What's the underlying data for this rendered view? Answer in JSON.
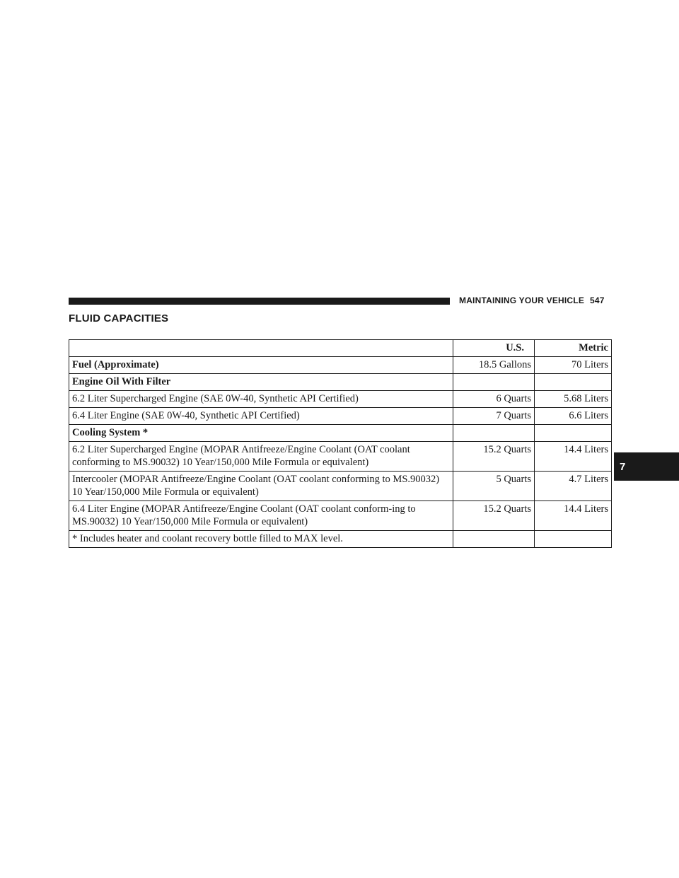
{
  "header": {
    "section": "MAINTAINING YOUR VEHICLE",
    "page_number": "547"
  },
  "title": "FLUID CAPACITIES",
  "chapter_tab": "7",
  "table": {
    "columns": [
      "",
      "U.S.",
      "Metric"
    ],
    "rows": [
      {
        "label": "Fuel (Approximate)",
        "us": "18.5 Gallons",
        "metric": "70 Liters",
        "bold": true
      },
      {
        "label": "Engine Oil With Filter",
        "us": "",
        "metric": "",
        "bold": true
      },
      {
        "label": "6.2 Liter Supercharged Engine (SAE 0W-40, Synthetic API Certified)",
        "us": "6 Quarts",
        "metric": "5.68 Liters",
        "bold": false
      },
      {
        "label": "6.4 Liter Engine (SAE 0W-40, Synthetic API Certified)",
        "us": "7 Quarts",
        "metric": "6.6 Liters",
        "bold": false
      },
      {
        "label": "Cooling System *",
        "us": "",
        "metric": "",
        "bold": true
      },
      {
        "label": "6.2 Liter Supercharged Engine (MOPAR Antifreeze/Engine Coolant (OAT coolant conforming to MS.90032) 10 Year/150,000 Mile Formula or equivalent)",
        "us": "15.2 Quarts",
        "metric": "14.4 Liters",
        "bold": false
      },
      {
        "label": "Intercooler (MOPAR Antifreeze/Engine Coolant (OAT coolant conforming to MS.90032) 10 Year/150,000 Mile Formula or equivalent)",
        "us": "5 Quarts",
        "metric": "4.7 Liters",
        "bold": false
      },
      {
        "label": "6.4 Liter Engine (MOPAR Antifreeze/Engine Coolant (OAT coolant conform-ing to MS.90032) 10 Year/150,000 Mile Formula or equivalent)",
        "us": "15.2 Quarts",
        "metric": "14.4 Liters",
        "bold": false
      },
      {
        "label": "* Includes heater and coolant recovery bottle filled to MAX level.",
        "us": "",
        "metric": "",
        "bold": false
      }
    ]
  }
}
